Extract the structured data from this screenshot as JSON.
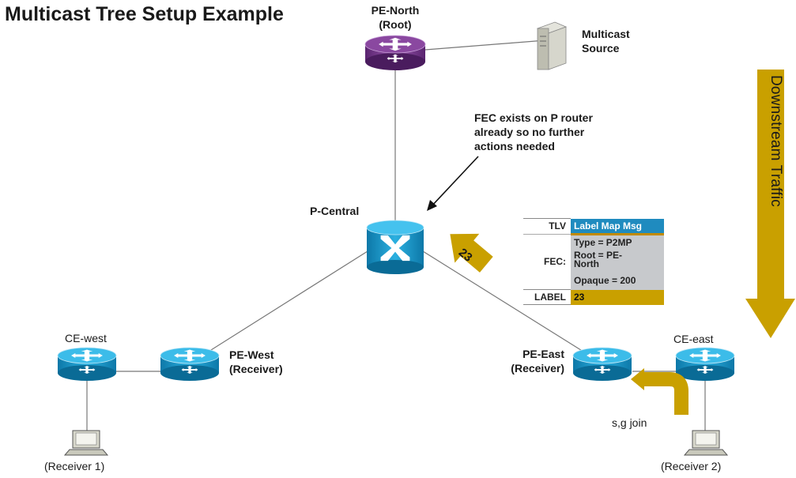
{
  "title": "Multicast Tree Setup Example",
  "nodes": {
    "pe_north": [
      "PE-North",
      "(Root)"
    ],
    "source": [
      "Multicast",
      "Source"
    ],
    "p_central": "P-Central",
    "ce_west": "CE-west",
    "pe_west": [
      "PE-West",
      "(Receiver)"
    ],
    "pe_east": [
      "PE-East",
      "(Receiver)"
    ],
    "ce_east": "CE-east",
    "receiver1": "(Receiver 1)",
    "receiver2": "(Receiver 2)"
  },
  "annotation": [
    "FEC exists on P router",
    "already so no further",
    "actions needed"
  ],
  "label_arrow_value": "23",
  "join_label": "s,g join",
  "downstream_label": "Downstream Traffic",
  "message_table": {
    "tlv_key": "TLV",
    "tlv_value": "Label Map Msg",
    "fec_key": "FEC:",
    "type": "Type = P2MP",
    "root": [
      "Root = PE-",
      "North"
    ],
    "opaque": "Opaque = 200",
    "label_key": "LABEL",
    "label_value": "23"
  },
  "colors": {
    "router": "#1a9fd0",
    "root_router": "#7a3c8c",
    "gold": "#c9a000",
    "table_header": "#1f8bbf"
  }
}
